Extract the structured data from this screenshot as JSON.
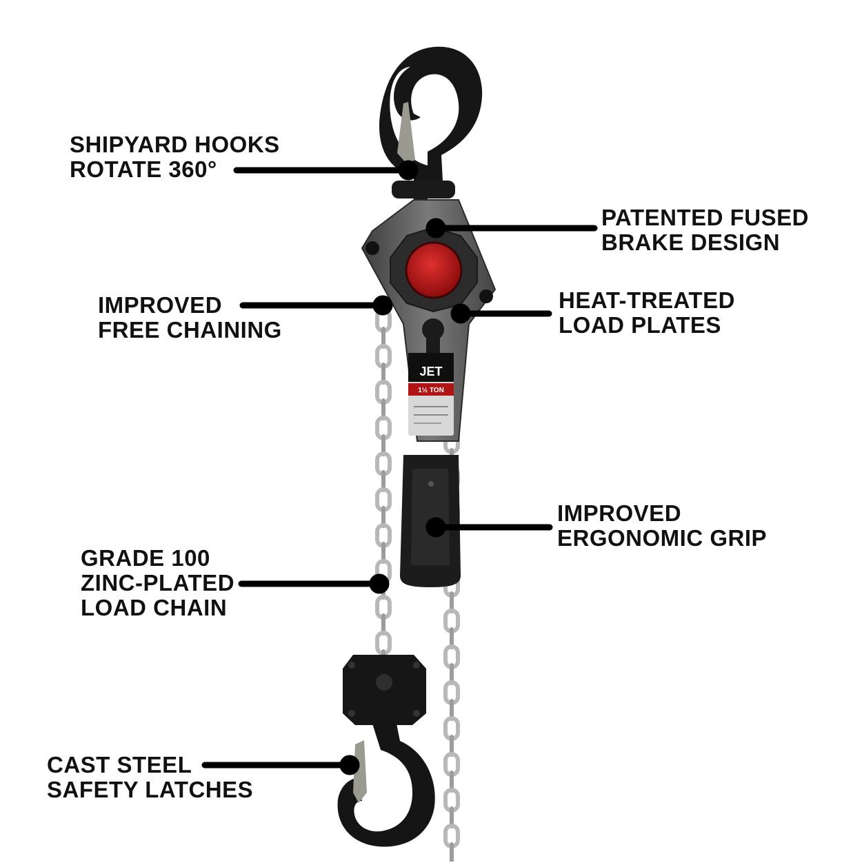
{
  "callouts": {
    "hooks": {
      "line1": "SHIPYARD HOOKS",
      "line2": "ROTATE 360°"
    },
    "brake": {
      "line1": "PATENTED FUSED",
      "line2": "BRAKE DESIGN"
    },
    "chaining": {
      "line1": "IMPROVED",
      "line2": "FREE CHAINING"
    },
    "plates": {
      "line1": "HEAT-TREATED",
      "line2": "LOAD PLATES"
    },
    "grip": {
      "line1": "IMPROVED",
      "line2": "ERGONOMIC GRIP"
    },
    "chain": {
      "line1": "GRADE 100",
      "line2": "ZINC-PLATED",
      "line3": "LOAD CHAIN"
    },
    "latches": {
      "line1": "CAST STEEL",
      "line2": "SAFETY LATCHES"
    }
  },
  "product": {
    "brand": "JET",
    "capacity": "1½ TON"
  },
  "colors": {
    "body": "#5a5a5a",
    "hook": "#151515",
    "brake_cap": "#c01818",
    "chain": "#b8b8b8",
    "leader": "#000000"
  }
}
